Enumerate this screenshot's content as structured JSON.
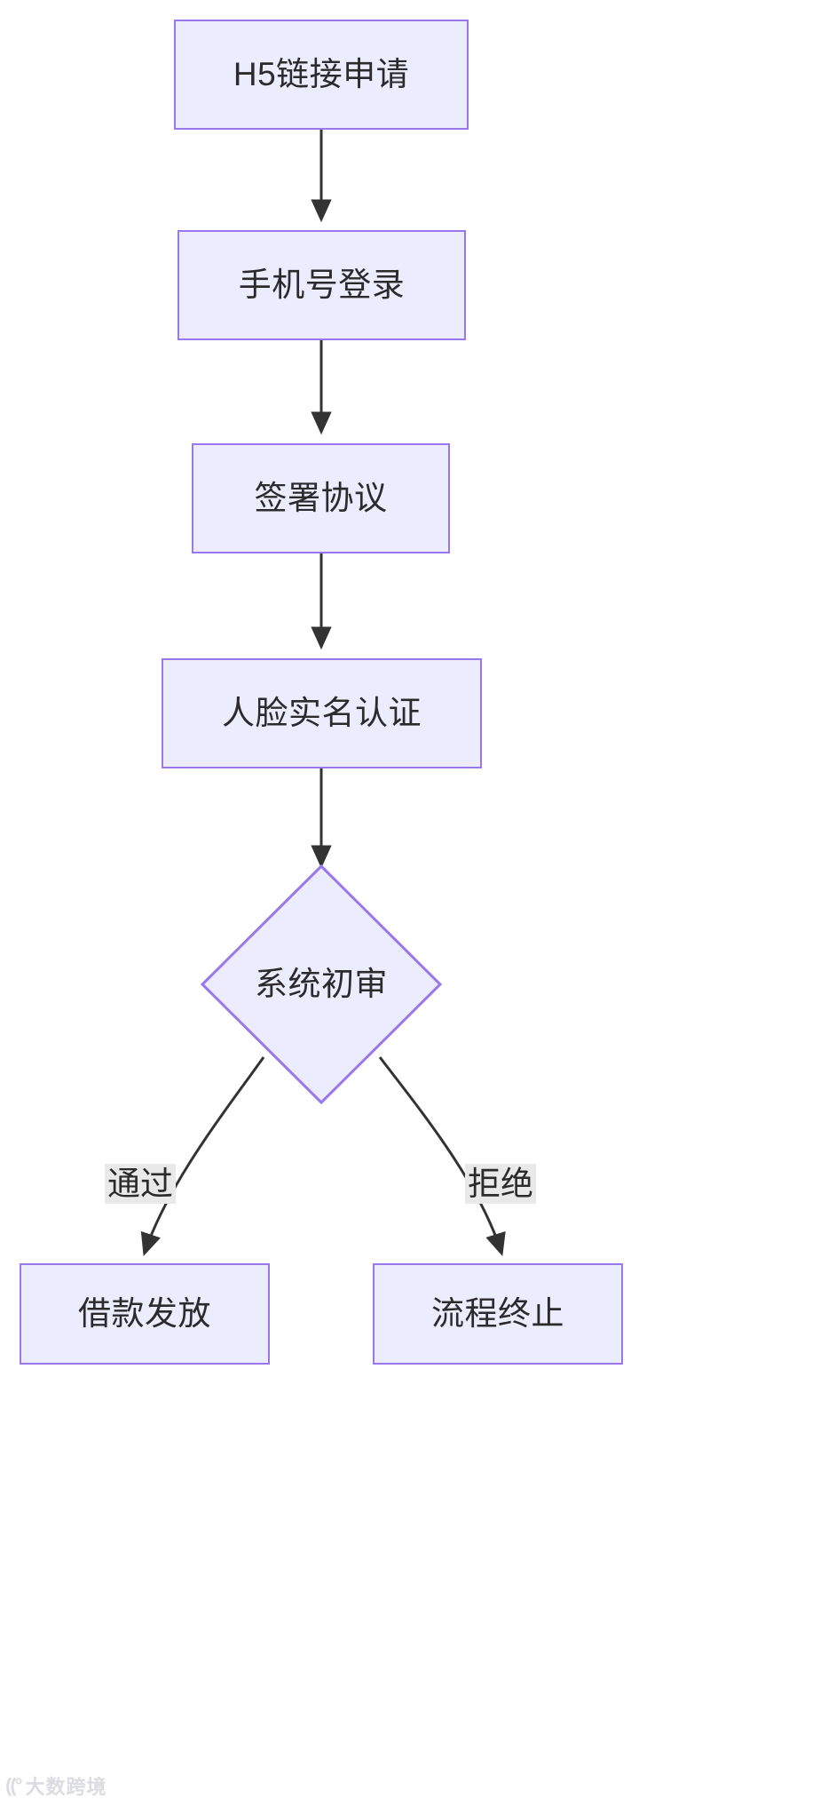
{
  "diagram": {
    "type": "flowchart",
    "direction": "top-to-bottom",
    "theme": {
      "node_fill": "#ececff",
      "node_stroke": "#9a77ea",
      "node_text": "#2b2b2b",
      "edge_stroke": "#333333",
      "edge_label_bg": "#e9e9e9",
      "background": "#ffffff"
    },
    "nodes": [
      {
        "id": "n1",
        "shape": "rect",
        "label": "H5链接申请"
      },
      {
        "id": "n2",
        "shape": "rect",
        "label": "手机号登录"
      },
      {
        "id": "n3",
        "shape": "rect",
        "label": "签署协议"
      },
      {
        "id": "n4",
        "shape": "rect",
        "label": "人脸实名认证"
      },
      {
        "id": "n5",
        "shape": "diamond",
        "label": "系统初审"
      },
      {
        "id": "n6",
        "shape": "rect",
        "label": "借款发放"
      },
      {
        "id": "n7",
        "shape": "rect",
        "label": "流程终止"
      }
    ],
    "edges": [
      {
        "from": "n1",
        "to": "n2",
        "label": ""
      },
      {
        "from": "n2",
        "to": "n3",
        "label": ""
      },
      {
        "from": "n3",
        "to": "n4",
        "label": ""
      },
      {
        "from": "n4",
        "to": "n5",
        "label": ""
      },
      {
        "from": "n5",
        "to": "n6",
        "label": "通过"
      },
      {
        "from": "n5",
        "to": "n7",
        "label": "拒绝"
      }
    ],
    "edge_labels": {
      "approve": "通过",
      "reject": "拒绝"
    }
  },
  "watermark": {
    "mark": "((°",
    "text": "大数跨境"
  }
}
